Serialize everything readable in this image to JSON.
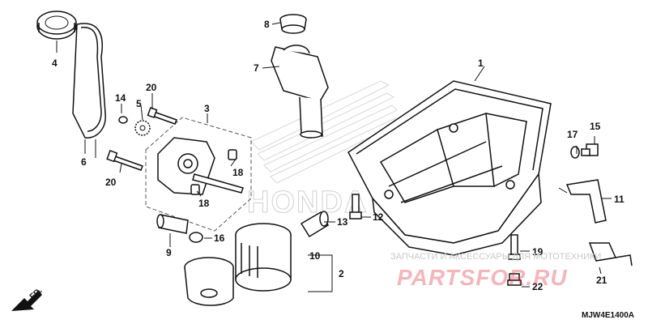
{
  "diagram": {
    "part_numbers": [
      "1",
      "2",
      "3",
      "4",
      "5",
      "6",
      "7",
      "8",
      "9",
      "10",
      "11",
      "12",
      "13",
      "14",
      "15",
      "16",
      "17",
      "18",
      "18",
      "19",
      "20",
      "20",
      "21",
      "22"
    ],
    "front_marker": "FR.",
    "diagram_code": "MJW4E1400A",
    "brand_watermark": "HONDA"
  },
  "watermark": {
    "line1": "ЗАПЧАСТИ И АКСЕССУАРЫ ДЛЯ МОТОТЕХНИКИ",
    "line2": "PARTSFOR.RU",
    "line2_color": "#e0323f"
  }
}
